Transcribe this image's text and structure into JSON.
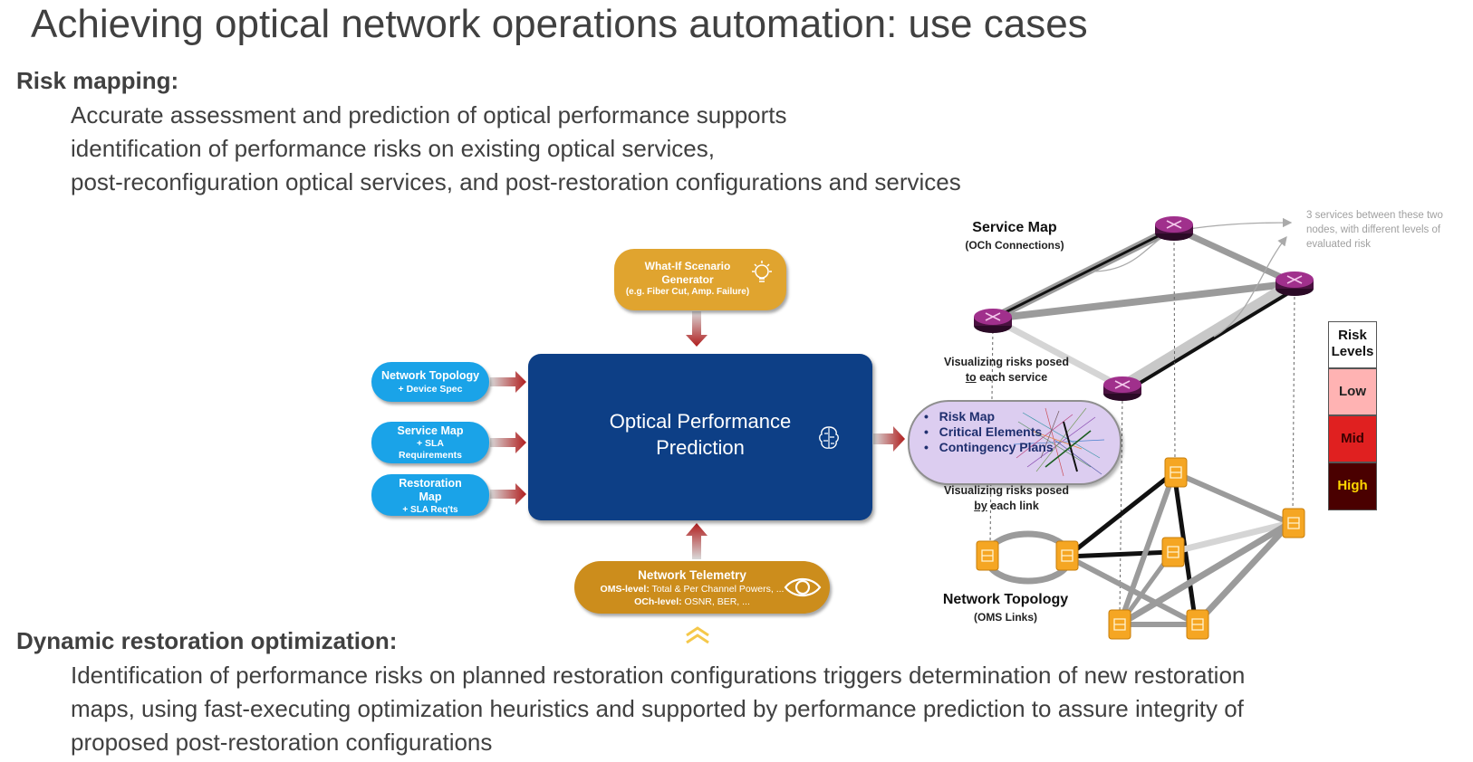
{
  "title": "Achieving optical network operations automation: use cases",
  "risk_mapping": {
    "heading": "Risk mapping:",
    "lines": [
      "Accurate assessment and prediction of optical performance supports",
      "identification of performance risks on existing optical services,",
      "post-reconfiguration optical services, and post-restoration configurations and services"
    ]
  },
  "dynamic_restoration": {
    "heading": "Dynamic restoration optimization:",
    "lines": [
      "Identification of performance risks on planned restoration configurations triggers determination of new restoration",
      "maps, using fast-executing optimization heuristics and supported by performance prediction to assure integrity of",
      "proposed post-restoration configurations"
    ]
  },
  "diagram": {
    "what_if": {
      "line1": "What-If Scenario",
      "line2": "Generator",
      "line3": "(e.g. Fiber Cut, Amp. Failure)",
      "icon": "lightbulb-icon"
    },
    "inputs": [
      {
        "line1": "Network Topology",
        "line2": "+ Device Spec"
      },
      {
        "line1": "Service Map",
        "line2": "+ SLA",
        "line3": "Requirements"
      },
      {
        "line1": "Restoration",
        "line2": "Map",
        "line3": "+ SLA Req'ts"
      }
    ],
    "center": {
      "line1": "Optical Performance",
      "line2": "Prediction",
      "icon": "brain-icon"
    },
    "telemetry": {
      "title": "Network Telemetry",
      "oms_label": "OMS-level:",
      "oms_text": " Total & Per Channel Powers, ...",
      "och_label": "OCh-level:",
      "och_text": " OSNR, BER, ...",
      "icon": "eye-icon"
    },
    "outputs": [
      "Risk Map",
      "Critical Elements",
      "Contingency Plans"
    ],
    "service_map": {
      "title": "Service Map",
      "subtitle": "(OCh Connections)"
    },
    "network_topology": {
      "title": "Network Topology",
      "subtitle": "(OMS Links)"
    },
    "viz_service": {
      "line1": "Visualizing risks posed",
      "line2_pre": "to",
      "line2_post": " each service"
    },
    "viz_link": {
      "line1": "Visualizing risks posed",
      "line2_pre": "by",
      "line2_post": " each link"
    },
    "annotation": {
      "line1": "3 services between these two",
      "line2": "nodes, with different levels of",
      "line3": "evaluated risk"
    },
    "risk_levels": {
      "header": "Risk Levels",
      "levels": [
        {
          "label": "Low",
          "color": "#ffb3b3",
          "text_color": "#222222"
        },
        {
          "label": "Mid",
          "color": "#e02020",
          "text_color": "#3a0000"
        },
        {
          "label": "High",
          "color": "#4a0000",
          "text_color": "#ffd700"
        }
      ]
    },
    "colors": {
      "blue_pill": "#1aa3e8",
      "gold_pill": "#e0a42f",
      "navy_box": "#0d3f86",
      "arrow_red": "#b01e1e",
      "router_purple": "#6b1f5e",
      "amp_orange": "#f5a623"
    }
  }
}
